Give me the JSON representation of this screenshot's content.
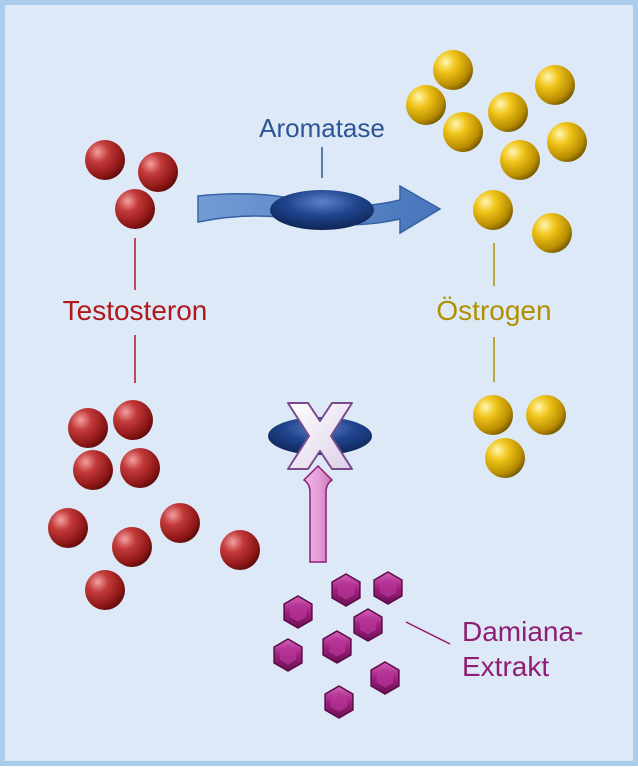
{
  "labels": {
    "enzyme": "Aromatase",
    "substrate": "Testosteron",
    "product": "Östrogen",
    "inhibitor_line1": "Damiana-",
    "inhibitor_line2": "Extrakt"
  },
  "colors": {
    "background": "#dde9f7",
    "frame": "#a9cdea",
    "testosterone": "#b22a2a",
    "estrogen": "#e0b400",
    "enzyme": "#1d3f86",
    "inhibitor": "#a0207f",
    "enzyme_label": "#2b5596",
    "substrate_label": "#b1181e",
    "product_label": "#b09000",
    "inhibitor_label": "#8e1e73"
  },
  "icons": [
    "red-sphere",
    "gold-sphere",
    "purple-hexagon",
    "blue-ellipse",
    "block-x-icon",
    "flow-arrow",
    "up-arrow"
  ]
}
